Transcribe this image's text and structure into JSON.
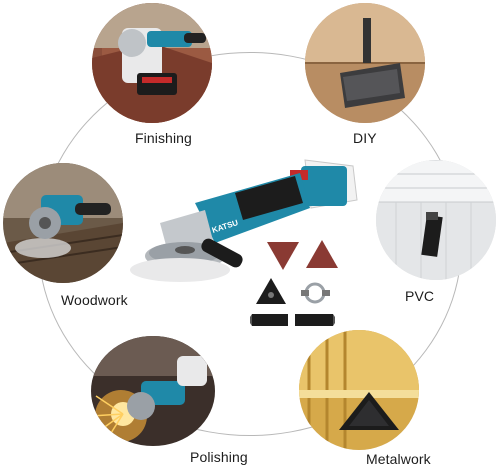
{
  "applications": [
    {
      "id": "finishing",
      "label": "Finishing"
    },
    {
      "id": "diy",
      "label": "DIY"
    },
    {
      "id": "woodwork",
      "label": "Woodwork"
    },
    {
      "id": "pvc",
      "label": "PVC"
    },
    {
      "id": "polishing",
      "label": "Polishing"
    },
    {
      "id": "metalwork",
      "label": "Metalwork"
    }
  ],
  "product": {
    "brand_label": "KATSU",
    "colors": {
      "body": "#1f89a8",
      "dark": "#1c1c1c",
      "metal": "#9aa0a6"
    }
  },
  "accessories": [
    {
      "name": "triangular-sanding-pad"
    },
    {
      "name": "triangular-sanding-pad"
    },
    {
      "name": "hose-clamp-adapter"
    },
    {
      "name": "triangular-backing-pad"
    },
    {
      "name": "oscillating-blade"
    },
    {
      "name": "oscillating-blade"
    }
  ]
}
